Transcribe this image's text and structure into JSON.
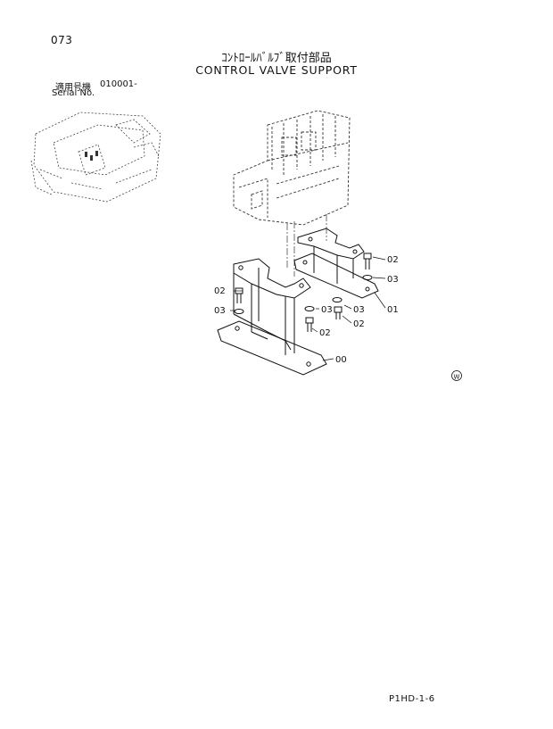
{
  "page": {
    "number": "073",
    "title_jp": "ｺﾝﾄﾛｰﾙﾊﾞﾙﾌﾞ取付部品",
    "title_en": "CONTROL VALVE SUPPORT",
    "serial_label_jp": "適用号機",
    "serial_label_en": "Serial No.",
    "serial_range": "010001-",
    "footer_code": "P1HD-1-6"
  },
  "callouts": {
    "c00": "00",
    "c01": "01",
    "c02_a": "02",
    "c02_b": "02",
    "c02_c": "02",
    "c02_d": "02",
    "c03_a": "03",
    "c03_b": "03",
    "c03_c": "03",
    "c03_d": "03"
  },
  "watermark_symbol": "W"
}
